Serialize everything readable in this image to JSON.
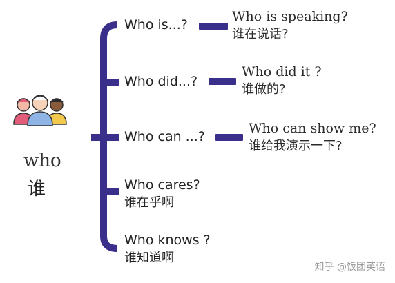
{
  "root": {
    "label_en": "who",
    "label_zh": "谁",
    "icon": "group-of-people-icon"
  },
  "branches": [
    {
      "question": "Who is...?",
      "answer_en": "Who is speaking?",
      "answer_zh": "谁在说话?"
    },
    {
      "question": "Who did...?",
      "answer_en": "Who did it ?",
      "answer_zh": "谁做的?"
    },
    {
      "question": "Who can ...?",
      "answer_en": "Who can show me?",
      "answer_zh": "谁给我演示一下?"
    },
    {
      "question_en": "Who cares?",
      "question_zh": "谁在乎啊"
    },
    {
      "question_en": "Who knows ?",
      "question_zh": "谁知道啊"
    }
  ],
  "watermark": "知乎 @饭团英语",
  "colors": {
    "bracket": "#3a2f8a",
    "text": "#222222"
  }
}
